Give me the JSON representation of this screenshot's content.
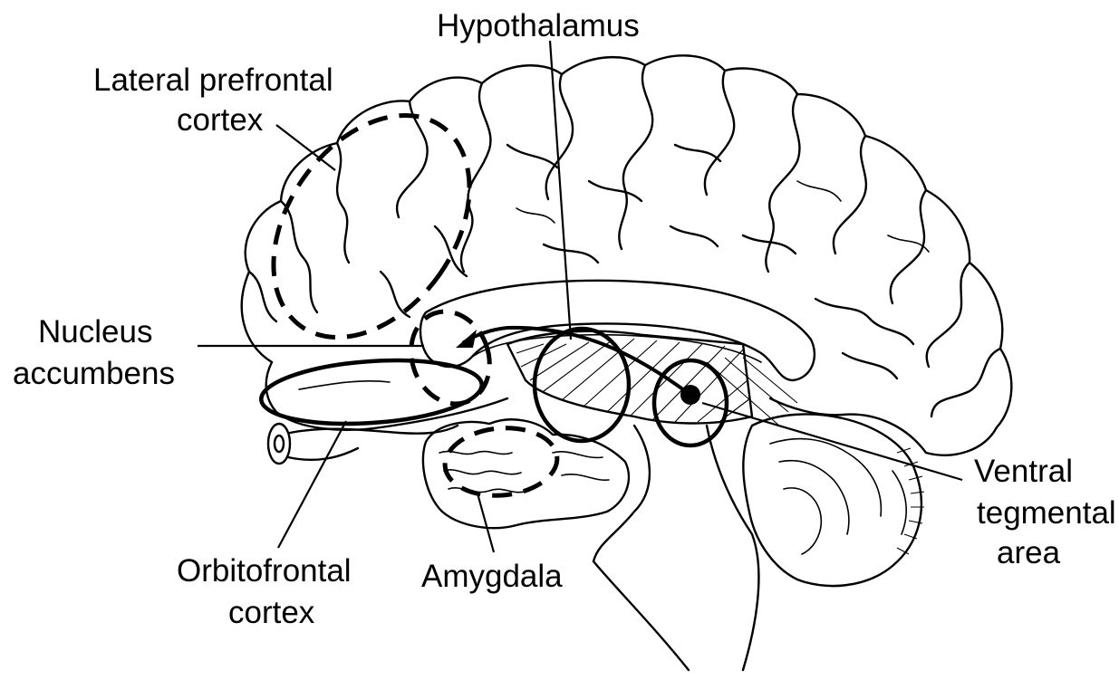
{
  "labels": {
    "hypothalamus": "Hypothalamus",
    "lateral_pfc_line1": "Lateral prefrontal",
    "lateral_pfc_line2": "cortex",
    "nucleus_accumbens_line1": "Nucleus",
    "nucleus_accumbens_line2": "accumbens",
    "vta_line1": "Ventral",
    "vta_line2": "tegmental",
    "vta_line3": "area",
    "orbitofrontal_line1": "Orbitofrontal",
    "orbitofrontal_line2": "cortex",
    "amygdala": "Amygdala"
  },
  "colors": {
    "ink": "#000000",
    "background": "#ffffff"
  }
}
